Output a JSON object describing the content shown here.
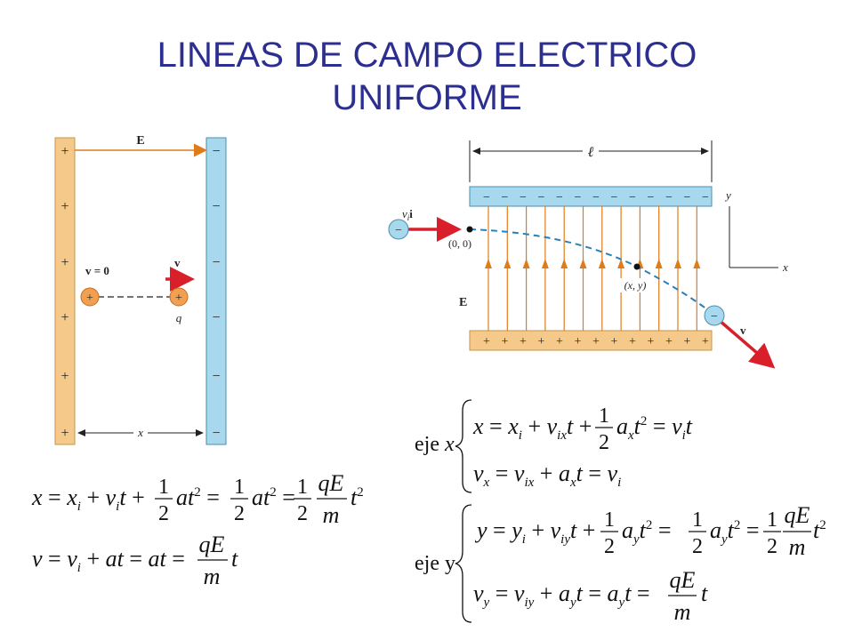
{
  "title": {
    "line1": "LINEAS DE CAMPO ELECTRICO",
    "line2": "UNIFORME"
  },
  "left_diagram": {
    "field_label": "E",
    "plus_sign": "+",
    "minus_sign": "−",
    "v0_label": "v = 0",
    "v_label": "v",
    "q_label": "q",
    "x_label": "x",
    "colors": {
      "positive_plate": "#f5c98a",
      "negative_plate": "#a8d8ee",
      "field_line": "#e07b1a",
      "charge": "#f0a050",
      "velocity": "#d81f2a"
    }
  },
  "right_diagram": {
    "length_label": "ℓ",
    "y_axis_label": "y",
    "x_axis_label": "x",
    "vi_label": "v",
    "vi_sub": "i",
    "vi_unit": "i",
    "origin_label": "(0, 0)",
    "point_label": "(x, y)",
    "field_label": "E",
    "v_label": "v",
    "top_plate_sign": "−",
    "bottom_plate_sign": "+",
    "charge_sign": "−"
  },
  "equations": {
    "left_x": "x = x_i + v_i t + (1/2) a t² = (1/2) a t² = (1/2)(qE/m) t²",
    "left_v": "v = v_i + a t = a t = (qE/m) t",
    "eje_x_label": "eje x",
    "eje_x_1": "x = x_i + v_ix t + (1/2) a_x t² = v_i t",
    "eje_x_2": "v_x = v_ix + a_x t = v_i",
    "eje_y_label": "eje y",
    "eje_y_1": "y = y_i + v_iy t + (1/2) a_y t² = (1/2) a_y t² = (1/2)(qE/m) t²",
    "eje_y_2": "v_y = v_iy + a_y t = a_y t = (qE/m) t"
  }
}
